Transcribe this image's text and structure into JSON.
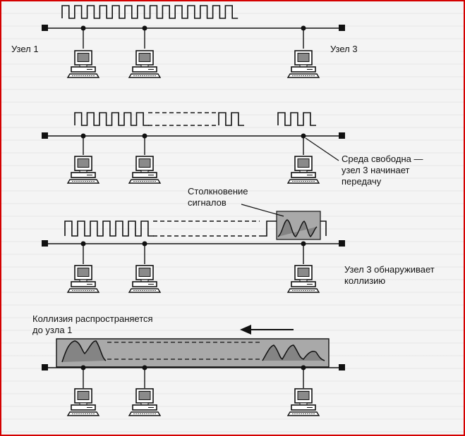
{
  "labels": {
    "node1": "Узел 1",
    "node3": "Узел 3",
    "medium_free_line1": "Среда свободна —",
    "medium_free_line2": "узел 3 начинает",
    "medium_free_line3": "передачу",
    "collision_line1": "Столкновение",
    "collision_line2": "сигналов",
    "detects_line1": "Узел 3 обнаруживает",
    "detects_line2": "коллизию",
    "spreads_line1": "Коллизия распространяется",
    "spreads_line2": "до узла 1"
  },
  "icons": {
    "computer": "computer-icon",
    "terminator": "terminator-icon",
    "arrow": "arrow-left-icon"
  },
  "colors": {
    "line": "#111111",
    "frame_border": "#d40000",
    "collision_fill": "#a9a9a9"
  }
}
